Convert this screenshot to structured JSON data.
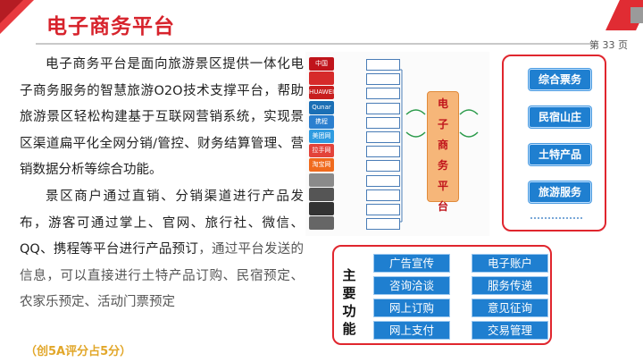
{
  "header": {
    "title": "电子商务平台",
    "page_number": "第 33 页"
  },
  "body": {
    "paragraph1": "电子商务平台是面向旅游景区提供一体化电子商务服务的智慧旅游O2O技术支撑平台，帮助旅游景区轻松构建基于互联网营销系统，实现景区渠道扁平化全网分销/管控、财务结算管理、营销数据分析等综合功能。",
    "paragraph2_main": "景区商户通过直销、分销渠道进行产品发布，游客可通过掌上、官网、旅行社、微信、QQ、携程等平台进行产品预订",
    "paragraph2_tail": "，通过平台发送的信息，可以直接进行土特产品订购、民宿预定、农家乐预定、活动门票预定",
    "footnote": "（创5A评分占5分）"
  },
  "diagram": {
    "platform_label": [
      "电",
      "子",
      "商",
      "务",
      "平",
      "台"
    ],
    "logos": [
      {
        "text": "中国",
        "color": "#c0141b"
      },
      {
        "text": "",
        "color": "#d62a2a"
      },
      {
        "text": "HUAWEI",
        "color": "#c81e1e"
      },
      {
        "text": "Qunar",
        "color": "#1b6fb5"
      },
      {
        "text": "携程",
        "color": "#2b7fcf"
      },
      {
        "text": "美团网",
        "color": "#2f9be0"
      },
      {
        "text": "拉手网",
        "color": "#e3433a"
      },
      {
        "text": "淘宝网",
        "color": "#f06a1d"
      },
      {
        "text": "",
        "color": "#8a8a8a"
      },
      {
        "text": "",
        "color": "#555555"
      },
      {
        "text": "",
        "color": "#333333"
      },
      {
        "text": "",
        "color": "#666666"
      }
    ]
  },
  "products": {
    "items": [
      "综合票务",
      "民宿山庄",
      "土特产品",
      "旅游服务"
    ]
  },
  "functions": {
    "label": [
      "主",
      "要",
      "功",
      "能"
    ],
    "left": [
      "广告宣传",
      "咨询洽谈",
      "网上订购",
      "网上支付"
    ],
    "right": [
      "电子账户",
      "服务传递",
      "意见征询",
      "交易管理"
    ]
  }
}
